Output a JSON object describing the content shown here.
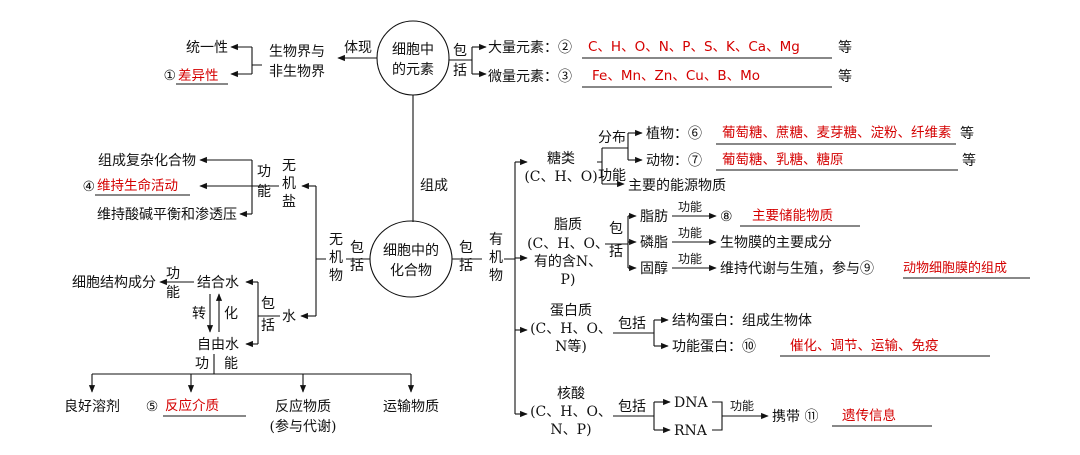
{
  "elements": {
    "center": [
      "细胞中",
      "的元素"
    ],
    "relation_left": "体现",
    "relation_right": [
      "包",
      "括"
    ],
    "unity_label": [
      "生物界与",
      "非生物界"
    ],
    "unity": "统一性",
    "diversity_num": "①",
    "diversity": "差异性",
    "macro_label": "大量元素：②",
    "macro_answer": "C、H、O、N、P、S、K、Ca、Mg",
    "macro_tail": "等",
    "micro_label": "微量元素：③",
    "micro_answer": "Fe、Mn、Zn、Cu、B、Mo",
    "micro_tail": "等"
  },
  "link_compose": "组成",
  "compounds": {
    "center": [
      "细胞中的",
      "化合物"
    ],
    "left_include": [
      "包",
      "括"
    ],
    "right_include": [
      "包",
      "括"
    ],
    "inorganic": [
      "无",
      "机",
      "物"
    ],
    "organic": [
      "有",
      "机",
      "物"
    ]
  },
  "salt": {
    "label": [
      "无",
      "机",
      "盐"
    ],
    "func": [
      "功",
      "能"
    ],
    "f1": "组成复杂化合物",
    "f2_num": "④",
    "f2": "维持生命活动",
    "f3": "维持酸碱平衡和渗透压"
  },
  "water": {
    "label": "水",
    "include": [
      "包",
      "括"
    ],
    "bound": "结合水",
    "bound_func": [
      "功",
      "能"
    ],
    "bound_role": "细胞结构成分",
    "convert": [
      "转",
      "化"
    ],
    "free": "自由水",
    "free_func": [
      "功",
      "能"
    ],
    "u1": "良好溶剂",
    "u2_num": "⑤",
    "u2": "反应介质",
    "u3": [
      "反应物质",
      "(参与代谢)"
    ],
    "u4": "运输物质"
  },
  "sugar": {
    "name": [
      "糖类",
      "(C、H、O)"
    ],
    "distribution": [
      "分布"
    ],
    "function_word": "功能",
    "plant": "植物：⑥",
    "plant_answer": "葡萄糖、蔗糖、麦芽糖、淀粉、纤维素",
    "plant_tail": "等",
    "animal": "动物：⑦",
    "animal_answer": "葡萄糖、乳糖、糖原",
    "animal_tail": "等",
    "energy": "主要的能源物质"
  },
  "lipid": {
    "name": [
      "脂质",
      "(C、H、O、",
      "有的含N、",
      "P)"
    ],
    "include": [
      "包",
      "括"
    ],
    "fat": "脂肪",
    "fat_func": "功能",
    "fat_num": "⑧",
    "fat_answer": "主要储能物质",
    "phospho": "磷脂",
    "phospho_func": "功能",
    "phospho_role": "生物膜的主要成分",
    "sterol": "固醇",
    "sterol_func": "功能",
    "sterol_role": "维持代谢与生殖，参与⑨",
    "sterol_answer": "动物细胞膜的组成"
  },
  "protein": {
    "name": [
      "蛋白质",
      "(C、H、O、",
      "N等)"
    ],
    "include": "包括",
    "structural": "结构蛋白：组成生物体",
    "functional": "功能蛋白：⑩",
    "functional_answer": "催化、调节、运输、免疫"
  },
  "nucleic": {
    "name": [
      "核酸",
      "(C、H、O、",
      "N、P)"
    ],
    "include": "包括",
    "dna": "DNA",
    "rna": "RNA",
    "func": "功能",
    "carry": "携带 ⑪",
    "carry_answer": "遗传信息"
  }
}
